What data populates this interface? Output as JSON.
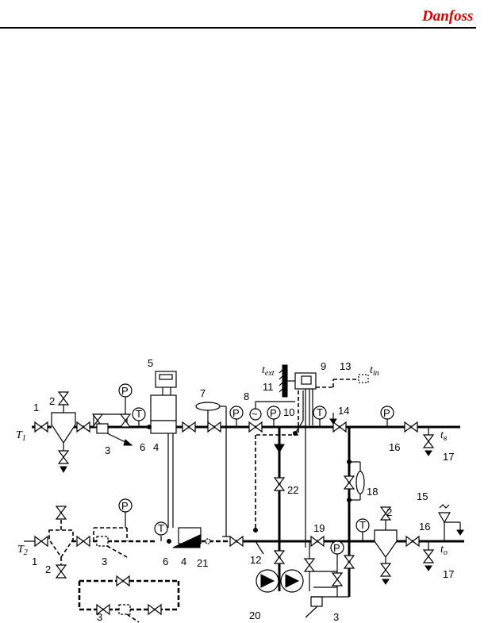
{
  "brand": {
    "logo_text": "Danfoss",
    "color": "#d40000"
  },
  "diagram": {
    "labels": {
      "n1": "1",
      "n2": "2",
      "n3": "3",
      "n4": "4",
      "n5": "5",
      "n6": "6",
      "n7": "7",
      "n8": "8",
      "n9": "9",
      "n10": "10",
      "n11": "11",
      "n12": "12",
      "n13": "13",
      "n14": "14",
      "n15": "15",
      "n16": "16",
      "n17": "17",
      "n18": "18",
      "n19": "19",
      "n20": "20",
      "n21": "21",
      "n22": "22"
    },
    "gauge_letter": "P",
    "thermo_letter": "T",
    "t_ext": "t",
    "t_ext_sub": "ext",
    "t_in": "t",
    "t_in_sub": "in",
    "T1": "T",
    "T1_sub": "1",
    "T2": "T",
    "T2_sub": "2",
    "t_supply": "t",
    "t_supply_sub": "в",
    "t_return": "t",
    "t_return_sub": "o"
  }
}
